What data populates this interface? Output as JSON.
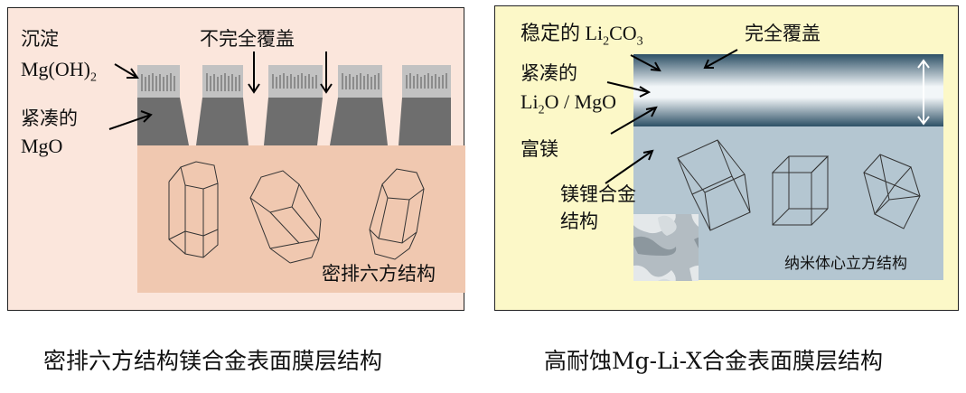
{
  "left": {
    "labels": {
      "precipitate": "沉淀",
      "mgoh2": "Mg(OH)",
      "mgoh2_sub": "2",
      "incomplete": "不完全覆盖",
      "compact": "紧凑的",
      "mgo": "MgO",
      "hcp": "密排六方结构"
    },
    "caption": "密排六方结构镁合金表面膜层结构"
  },
  "right": {
    "labels": {
      "stable_prefix": "稳定的 Li",
      "stable_sub1": "2",
      "stable_mid": "CO",
      "stable_sub2": "3",
      "complete": "完全覆盖",
      "compact": "紧凑的",
      "li2o_prefix": "Li",
      "li2o_sub": "2",
      "li2o_suffix": "O / MgO",
      "mg_rich": "富镁",
      "alloy_line1": "镁锂合金",
      "alloy_line2": "结构",
      "bcc": "纳米体心立方结构"
    },
    "caption": "高耐蚀Mg-Li-X合金表面膜层结构"
  },
  "colors": {
    "left_bg": "#fbe6dc",
    "left_substrate": "#f0c8b0",
    "mgo": "#6e6e6e",
    "mgoh2": "#c2c2c2",
    "right_bg": "#fcf8c8",
    "right_substrate": "#b4c6d1",
    "film_dark": "#2d5066"
  }
}
